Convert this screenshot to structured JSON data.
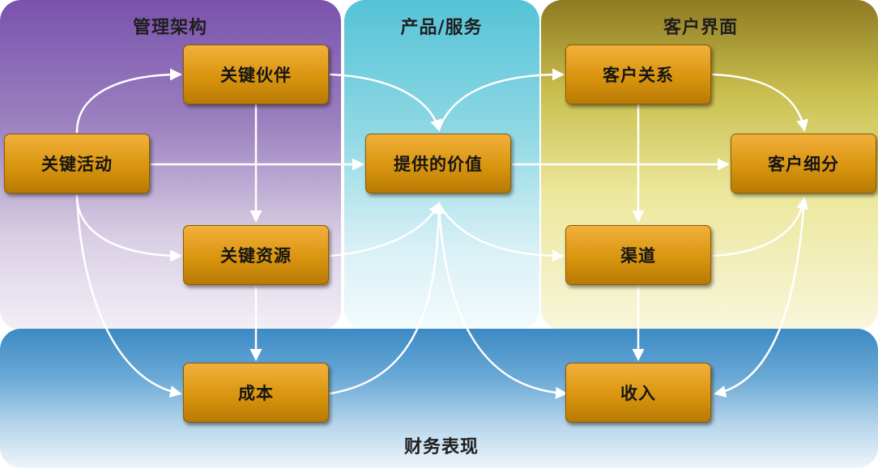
{
  "regions": {
    "management": "管理架构",
    "product": "产品/服务",
    "customer": "客户界面",
    "finance": "财务表现"
  },
  "blocks": {
    "key_partners": "关键伙伴",
    "key_activities": "关键活动",
    "key_resources": "关键资源",
    "cost": "成本",
    "value_proposition": "提供的价值",
    "customer_relationships": "客户关系",
    "customer_segments": "客户细分",
    "channels": "渠道",
    "revenue": "收入"
  },
  "colors": {
    "box_fill": "#d9950e",
    "arrow": "#ffffff"
  }
}
